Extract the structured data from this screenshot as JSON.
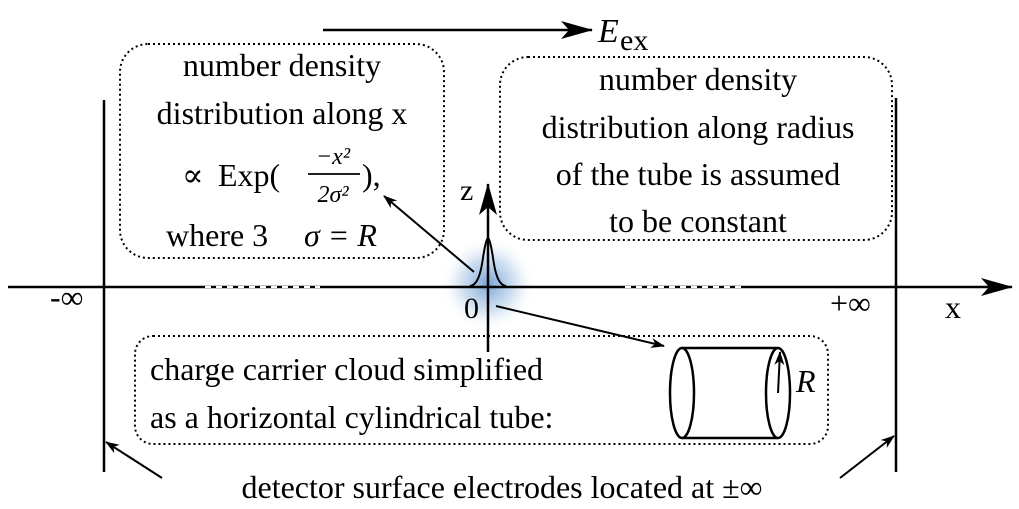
{
  "field": {
    "label_main": "E",
    "label_sub": "ex"
  },
  "left_box": {
    "line1": "number density",
    "line2": "distribution along x",
    "prop_symbol": "∝",
    "exp_label": "Exp(",
    "numerator": "−x²",
    "denominator": "2σ²",
    "closing": "),",
    "where_text": "where 3",
    "sigma_eq": "σ = R"
  },
  "right_box": {
    "line1": "number density",
    "line2": "distribution along radius",
    "line3": "of the tube is assumed",
    "line4": "to be constant"
  },
  "bottom_box": {
    "line1": "charge carrier cloud simplified",
    "line2": "as a horizontal cylindrical tube:",
    "radius_label": "R"
  },
  "axes": {
    "z_label": "z",
    "x_label": "x",
    "origin_label": "0",
    "minus_inf": "-∞",
    "plus_inf": "+∞"
  },
  "caption": {
    "text": "detector surface electrodes located at ±∞"
  },
  "colors": {
    "ink": "#000000",
    "glow": "#4a86c8"
  }
}
